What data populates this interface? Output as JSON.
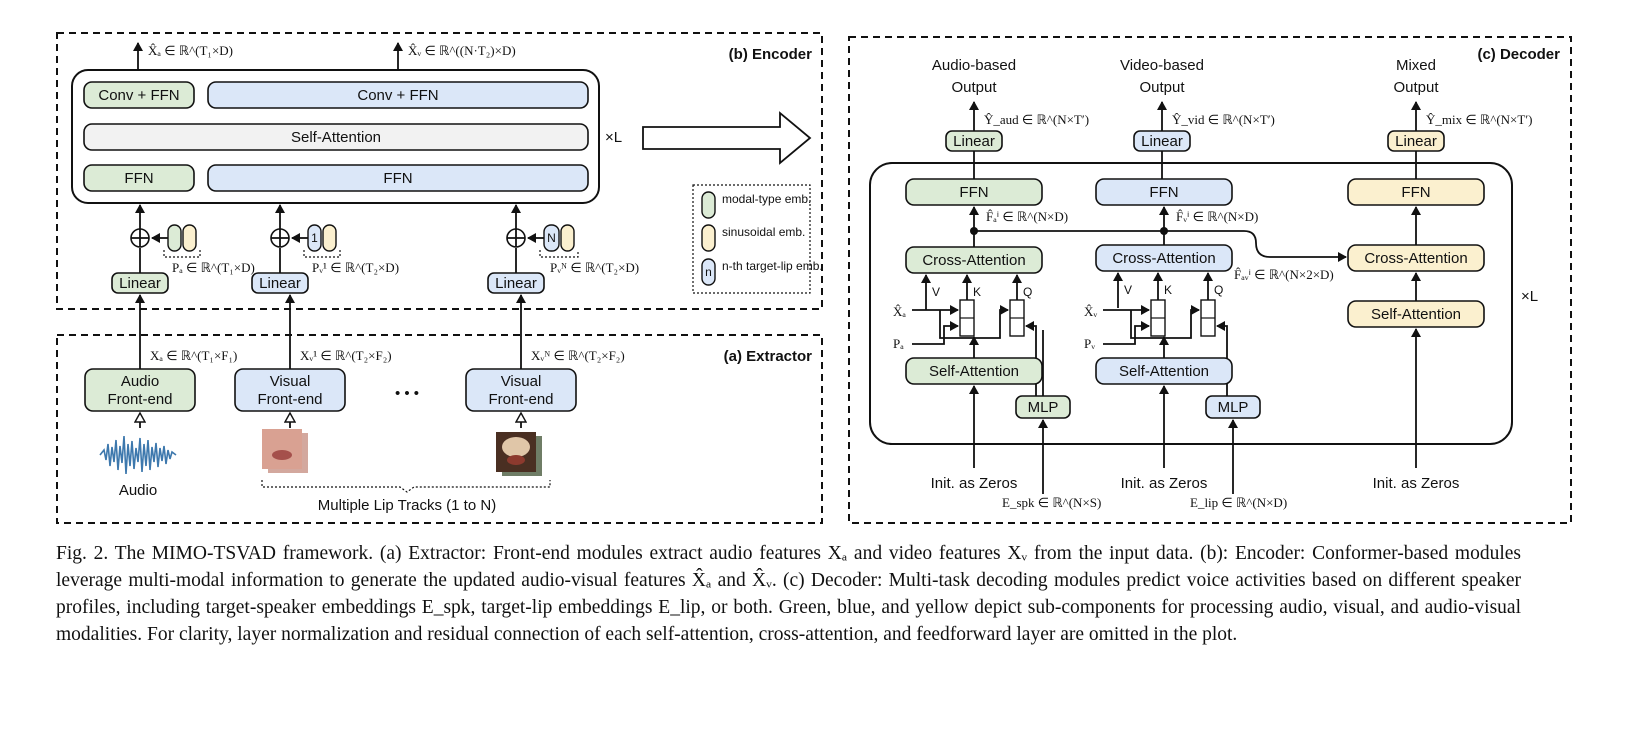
{
  "encoder": {
    "title": "(b) Encoder",
    "conv_ffn": "Conv + FFN",
    "self_attention": "Self-Attention",
    "ffn": "FFN",
    "repeat": "×L",
    "linear": "Linear",
    "out_audio": "X̂ₐ ∈ ℝ^(T₁×D)",
    "out_video": "X̂ᵥ ∈ ℝ^((N·T₂)×D)",
    "pos_audio": "Pₐ ∈ ℝ^(T₁×D)",
    "pos_video_1": "Pᵥ¹ ∈ ℝ^(T₂×D)",
    "pos_video_n": "Pᵥᴺ ∈ ℝ^(T₂×D)",
    "lip_index_1": "1",
    "lip_index_n": "N"
  },
  "legend": {
    "modal_type": "modal-type emb.",
    "sinusoidal": "sinusoidal emb.",
    "target_lip": "n-th target-lip emb.",
    "colors": {
      "modal": "#dcebd6",
      "sinusoidal": "#fbf0cf",
      "lip": "#dbe7f8"
    }
  },
  "extractor": {
    "title": "(a) Extractor",
    "audio_frontend": [
      "Audio",
      "Front-end"
    ],
    "visual_frontend": [
      "Visual",
      "Front-end"
    ],
    "audio_label": "Audio",
    "lip_tracks": "Multiple Lip Tracks (1 to N)",
    "ellipsis": "• • •",
    "feat_audio": "Xₐ ∈ ℝ^(T₁×F₁)",
    "feat_video_1": "Xᵥ¹ ∈ ℝ^(T₂×F₂)",
    "feat_video_n": "Xᵥᴺ ∈ ℝ^(T₂×F₂)"
  },
  "decoder": {
    "title": "(c) Decoder",
    "outputs": [
      {
        "title": [
          "Audio-based",
          "Output"
        ],
        "formula": "Ŷ_aud ∈ ℝ^(N×T′)"
      },
      {
        "title": [
          "Video-based",
          "Output"
        ],
        "formula": "Ŷ_vid ∈ ℝ^(N×T′)"
      },
      {
        "title": [
          "Mixed",
          "Output"
        ],
        "formula": "Ŷ_mix ∈ ℝ^(N×T′)"
      }
    ],
    "linear": "Linear",
    "ffn": "FFN",
    "cross_attention": "Cross-Attention",
    "self_attention": "Self-Attention",
    "mlp": "MLP",
    "init_zeros": "Init. as Zeros",
    "repeat": "×L",
    "qkv": [
      "V",
      "K",
      "Q"
    ],
    "feat_fa": "F̂ₐⁱ ∈ ℝ^(N×D)",
    "feat_fv": "F̂ᵥⁱ ∈ ℝ^(N×D)",
    "feat_fav": "F̂ₐᵥⁱ ∈ ℝ^(N×2×D)",
    "xa_hat": "X̂ₐ",
    "xv_hat": "X̂ᵥ",
    "pa": "Pₐ",
    "pv": "Pᵥ",
    "e_spk": "E_spk ∈ ℝ^(N×S)",
    "e_lip": "E_lip ∈ ℝ^(N×D)"
  },
  "caption": "Fig. 2.  The MIMO-TSVAD framework. (a) Extractor: Front-end modules extract audio features Xₐ and video features Xᵥ from the input data. (b): Encoder: Conformer-based modules leverage multi-modal information to generate the updated audio-visual features X̂ₐ and X̂ᵥ. (c) Decoder: Multi-task decoding modules predict voice activities based on different speaker profiles, including target-speaker embeddings E_spk, target-lip embeddings E_lip, or both. Green, blue, and yellow depict sub-components for processing audio, visual, and audio-visual modalities. For clarity, layer normalization and residual connection of each self-attention, cross-attention, and feedforward layer are omitted in the plot."
}
